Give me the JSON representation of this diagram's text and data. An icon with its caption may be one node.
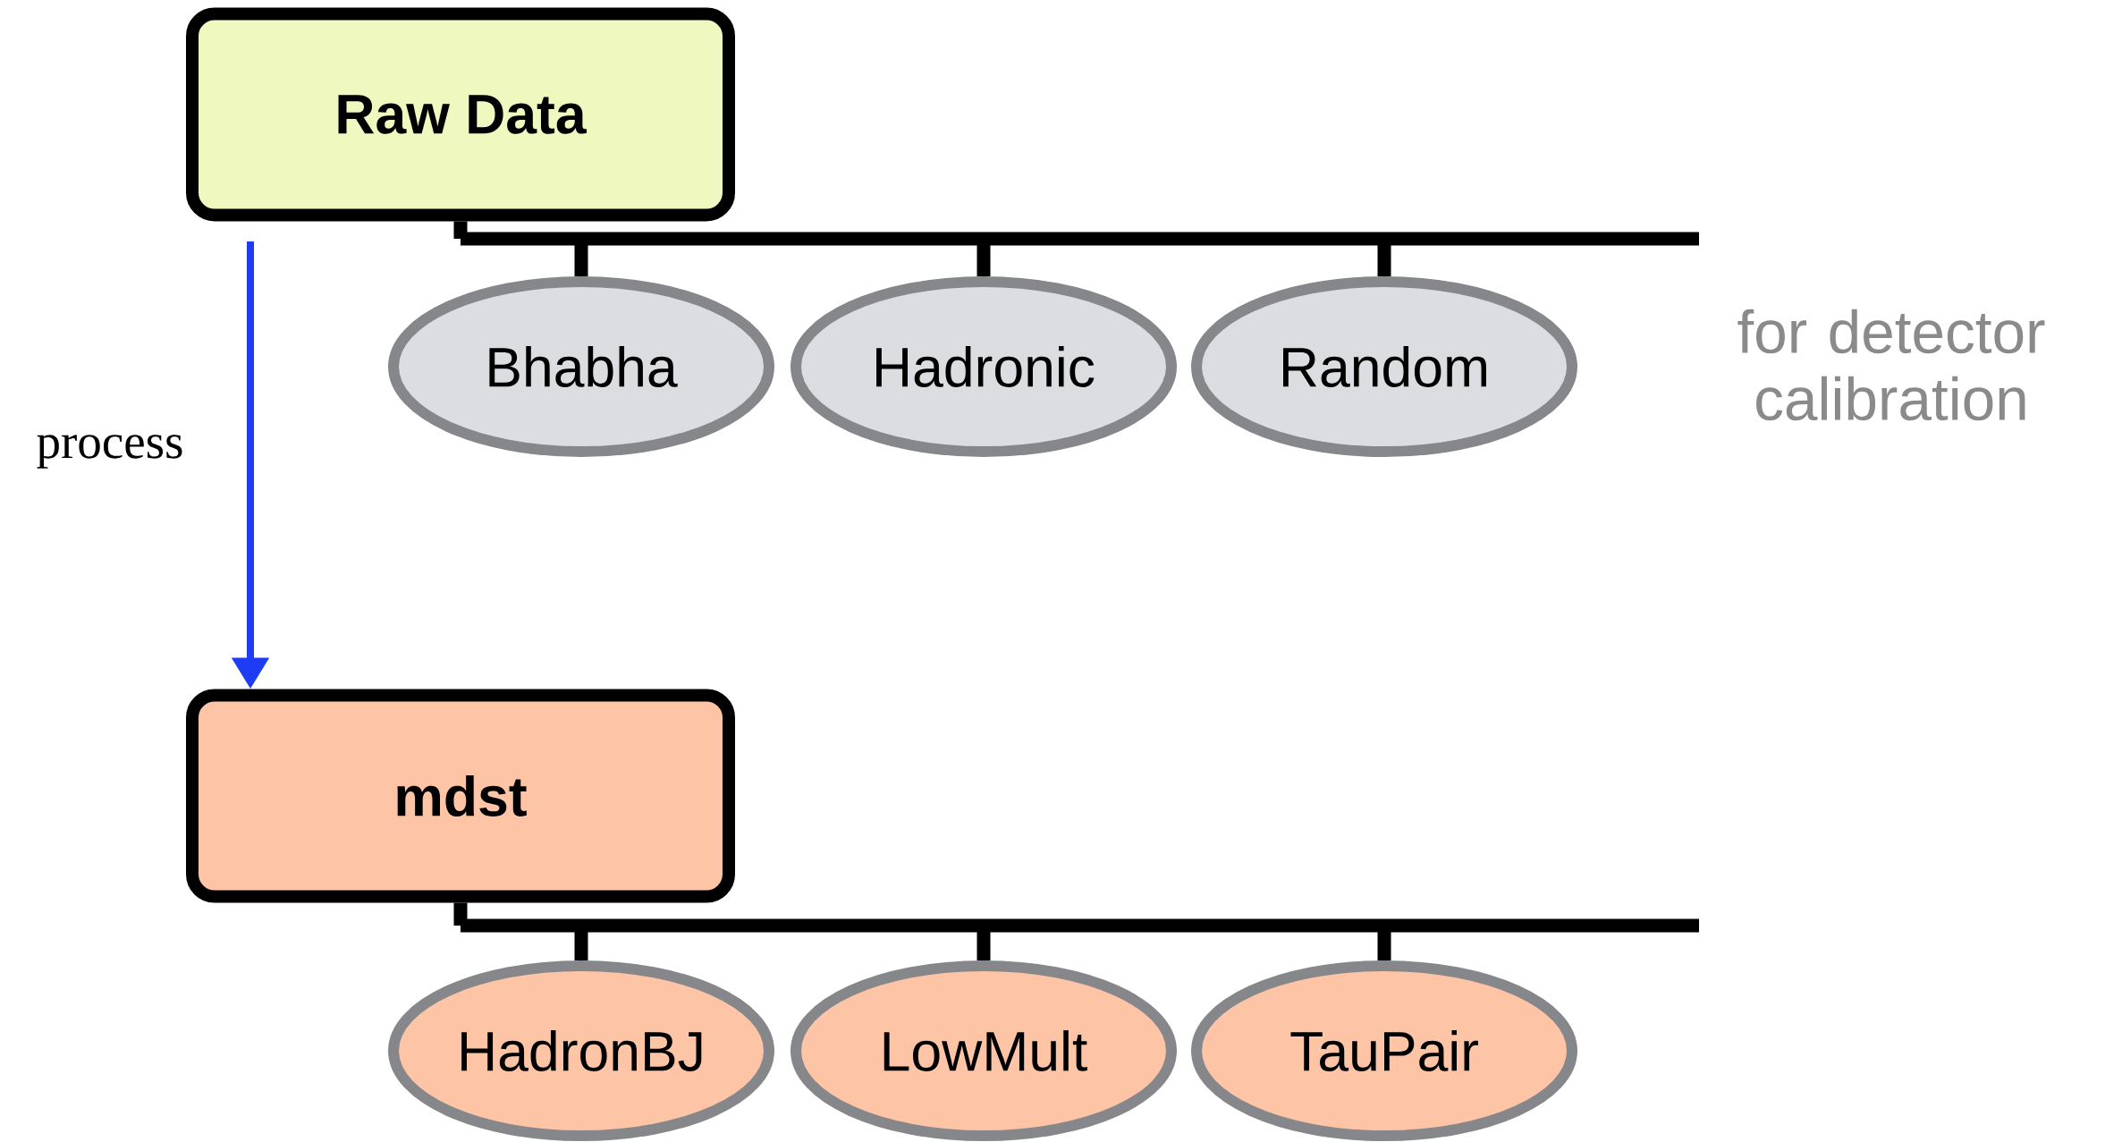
{
  "diagram": {
    "nodes": [
      {
        "text": [
          "Raw Data"
        ]
      },
      {
        "text": [
          "Bhabha"
        ]
      },
      {
        "text": [
          "Hadronic"
        ]
      },
      {
        "text": [
          "Random"
        ]
      },
      {
        "text": [
          "mdst"
        ]
      },
      {
        "text": [
          "HadronBJ"
        ]
      },
      {
        "text": [
          "LowMult"
        ]
      },
      {
        "text": [
          "TauPair"
        ]
      }
    ],
    "edges": [
      {
        "from": 0,
        "to": 1,
        "arrow": "none"
      },
      {
        "from": 0,
        "to": 2,
        "arrow": "none"
      },
      {
        "from": 0,
        "to": 3,
        "arrow": "none"
      },
      {
        "from": 0,
        "to": 4,
        "arrow": "to",
        "label": "process",
        "color": "#1f3cf5"
      },
      {
        "from": 4,
        "to": 5,
        "arrow": "none"
      },
      {
        "from": 4,
        "to": 6,
        "arrow": "none"
      },
      {
        "from": 4,
        "to": 7,
        "arrow": "none"
      }
    ],
    "labels": [
      "for detector calibration"
    ]
  }
}
